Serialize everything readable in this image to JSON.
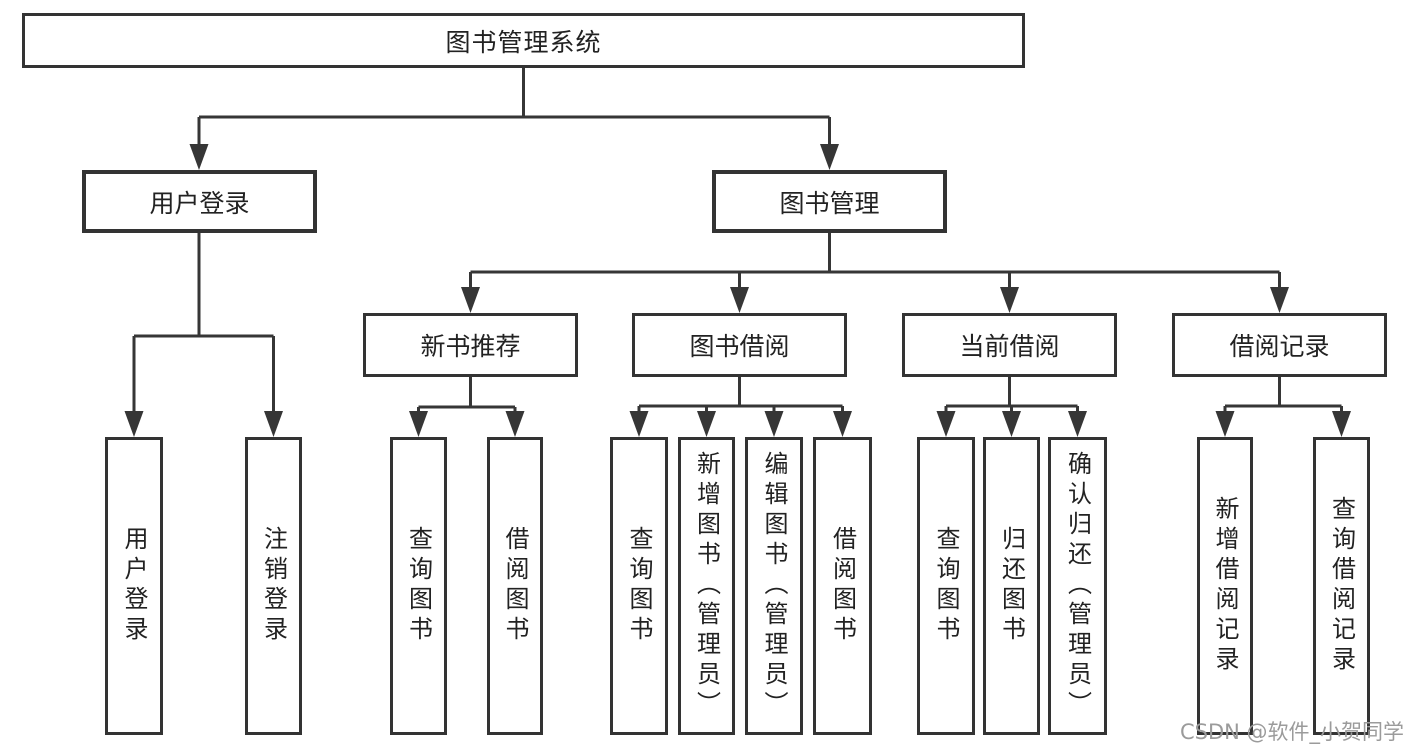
{
  "tree": {
    "root": {
      "label": "图书管理系统",
      "children": [
        {
          "label": "用户登录",
          "children": [
            {
              "label": "用户登录"
            },
            {
              "label": "注销登录"
            }
          ]
        },
        {
          "label": "图书管理",
          "children": [
            {
              "label": "新书推荐",
              "children": [
                {
                  "label": "查询图书"
                },
                {
                  "label": "借阅图书"
                }
              ]
            },
            {
              "label": "图书借阅",
              "children": [
                {
                  "label": "查询图书"
                },
                {
                  "label": "新增图书（管理员）"
                },
                {
                  "label": "编辑图书（管理员）"
                },
                {
                  "label": "借阅图书"
                }
              ]
            },
            {
              "label": "当前借阅",
              "children": [
                {
                  "label": "查询图书"
                },
                {
                  "label": "归还图书"
                },
                {
                  "label": "确认归还（管理员）"
                }
              ]
            },
            {
              "label": "借阅记录",
              "children": [
                {
                  "label": "新增借阅记录"
                },
                {
                  "label": "查询借阅记录"
                }
              ]
            }
          ]
        }
      ]
    }
  },
  "watermark": {
    "text": "CSDN @软件_小贺同学"
  },
  "colors": {
    "line": "#363636",
    "box_border": "#333333",
    "text": "#222222",
    "watermark_text": "#9b9b9b",
    "background": "#ffffff"
  }
}
